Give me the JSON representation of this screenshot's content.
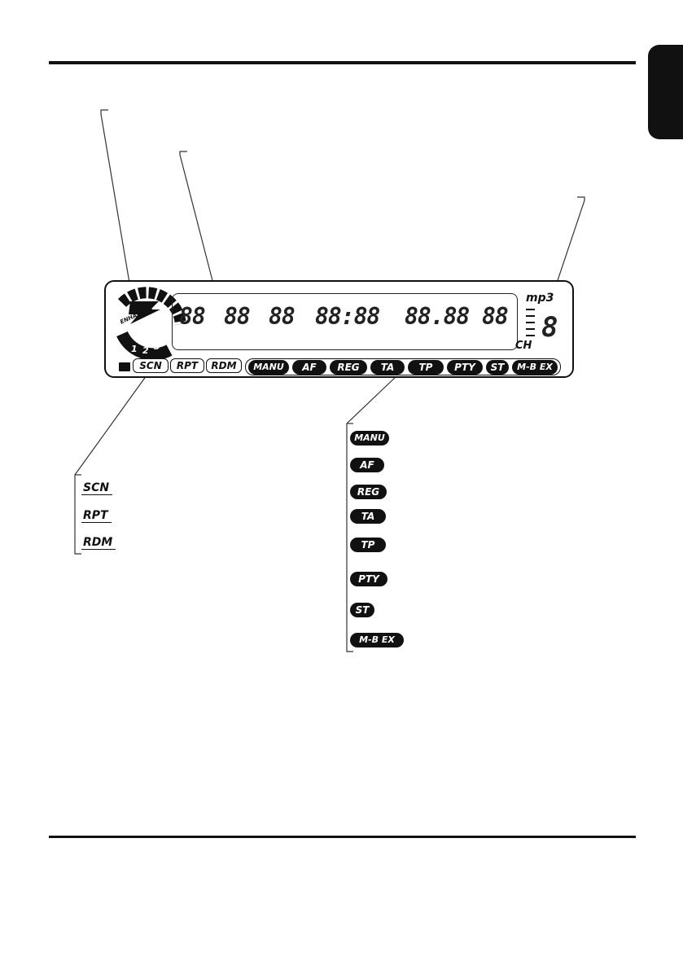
{
  "display": {
    "enhancer_label": "ENHANCER",
    "enhancer_numbers": [
      "1",
      "2",
      "3"
    ],
    "segment_groups": [
      "88",
      "88",
      "88",
      "88:88",
      "88.88",
      "88"
    ],
    "mp3_label": "mp3",
    "ch_label": "CH",
    "ch_digit": "8",
    "left_indicators": [
      "SCN",
      "RPT",
      "RDM"
    ],
    "right_indicators": [
      "MANU",
      "AF",
      "REG",
      "TA",
      "TP",
      "PTY",
      "ST",
      "M-B EX"
    ]
  },
  "left_legend": [
    "SCN",
    "RPT",
    "RDM"
  ],
  "right_legend": [
    "MANU",
    "AF",
    "REG",
    "TA",
    "TP",
    "PTY",
    "ST",
    "M-B EX"
  ],
  "colors": {
    "ink": "#111111",
    "background": "#ffffff"
  }
}
